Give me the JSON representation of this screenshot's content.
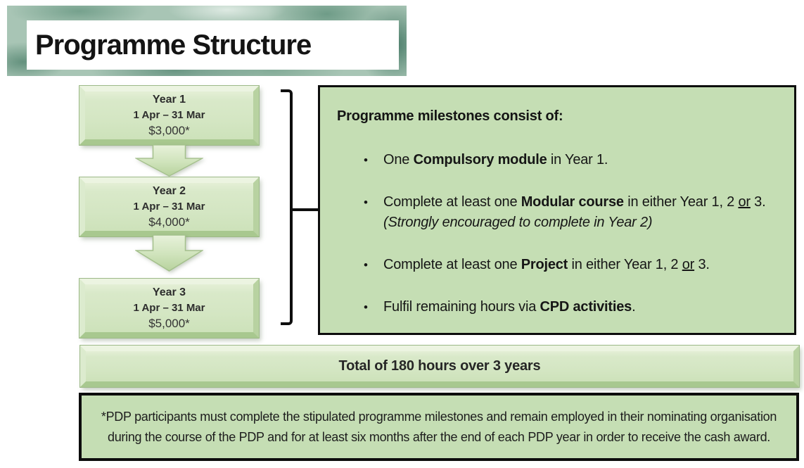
{
  "title": "Programme Structure",
  "colors": {
    "panel_green": "#c5deb4",
    "bevel_green": "#d4e6c3",
    "banner_green": "#6f9c85",
    "border_black": "#0d0d0d"
  },
  "years": [
    {
      "title": "Year 1",
      "period": "1 Apr – 31 Mar",
      "amount": "$3,000*"
    },
    {
      "title": "Year 2",
      "period": "1 Apr – 31 Mar",
      "amount": "$4,000*"
    },
    {
      "title": "Year 3",
      "period": "1 Apr – 31 Mar",
      "amount": "$5,000*"
    }
  ],
  "milestones": {
    "heading": "Programme milestones consist of:",
    "bullets": {
      "b1": {
        "s1": "One ",
        "s2": "Compulsory module",
        "s3": " in Year 1."
      },
      "b2": {
        "s1": "Complete at least one ",
        "s2": "Modular course",
        "s3": " in either Year 1, 2 ",
        "s4": "or",
        "s5": " 3. ",
        "s6": "(Strongly encouraged to complete in Year 2)"
      },
      "b3": {
        "s1": "Complete at least one ",
        "s2": "Project",
        "s3": " in either Year 1, 2 ",
        "s4": "or",
        "s5": " 3."
      },
      "b4": {
        "s1": "Fulfil remaining hours via ",
        "s2": "CPD activities",
        "s3": "."
      }
    }
  },
  "total_bar": {
    "label": "Total of 180 hours over 3 years"
  },
  "footnote": {
    "text": "*PDP participants must complete the stipulated programme milestones and remain employed in their nominating organisation during the course of the PDP and for at least six months after the end of each PDP year in order to receive the cash award."
  }
}
